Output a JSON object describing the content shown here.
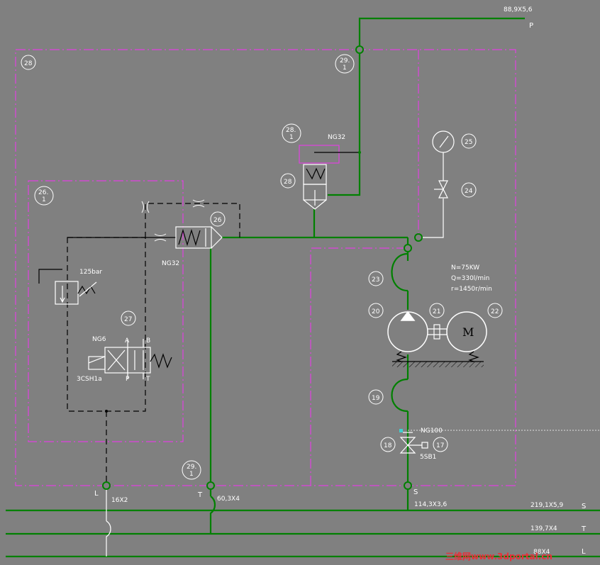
{
  "lines": {
    "P": {
      "label": "P",
      "size": "88,9X5,6"
    },
    "S": {
      "label": "S",
      "size": "219,1X5,9"
    },
    "T": {
      "label": "T",
      "size": "139,7X4"
    },
    "L": {
      "label": "L",
      "size": "88X4"
    }
  },
  "ports": {
    "L": {
      "label": "L",
      "size": "16X2"
    },
    "T": {
      "label": "T",
      "size": "60,3X4"
    },
    "S": {
      "label": "S",
      "size": "114,3X3,6"
    }
  },
  "bubbles": {
    "b28_frame": "28",
    "b29_top_a": "29.",
    "b29_top_b": "1",
    "b28_1_a": "28.",
    "b28_1_b": "1",
    "b28": "28",
    "b25": "25",
    "b24": "24",
    "b26_1_a": "26.",
    "b26_1_b": "1",
    "b26": "26",
    "b23": "23",
    "b20": "20",
    "b21": "21",
    "b22": "22",
    "b27": "27",
    "b19": "19",
    "b18": "18",
    "b17": "17",
    "b29_bot_a": "29.",
    "b29_bot_b": "1"
  },
  "labels": {
    "ng32_top": "NG32",
    "ng32_left": "NG32",
    "ng6": "NG6",
    "pressure": "125bar",
    "solenoid": "3CSH1a",
    "port_A": "A",
    "port_B": "B",
    "port_P": "P",
    "port_T": "T",
    "ng100": "NG100",
    "ssb": "5SB1",
    "motor": "M"
  },
  "specs": {
    "power": "N=75KW",
    "flow": "Q=330l/min",
    "speed": "r=1450r/min"
  },
  "watermark": "三维网www.3dportal.cn",
  "colors": {
    "background": "#808080",
    "hydraulic_line": "#008000",
    "frame": "#e040e0",
    "pilot": "#000000"
  }
}
